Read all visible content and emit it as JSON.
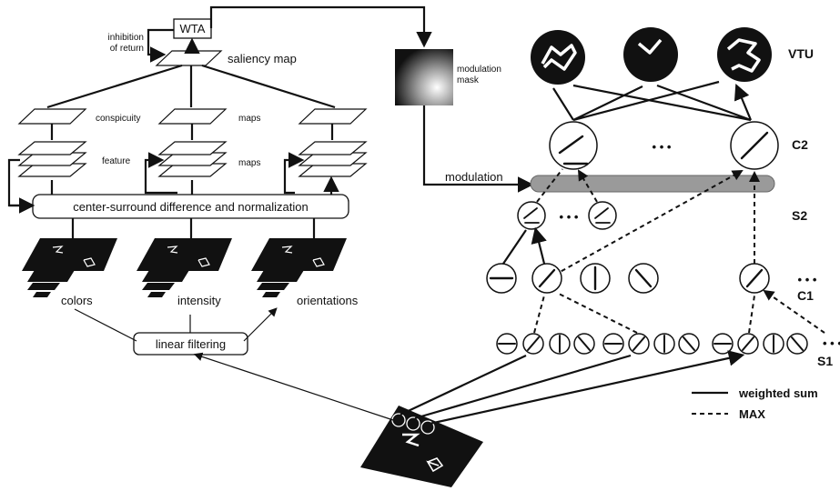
{
  "labels": {
    "wta": "WTA",
    "inhibition_line1": "inhibition",
    "inhibition_line2": "of return",
    "saliency_map": "saliency map",
    "conspicuity": "conspicuity",
    "maps_upper": "maps",
    "feature": "feature",
    "maps_lower": "maps",
    "center_surround": "center-surround difference and normalization",
    "colors": "colors",
    "intensity": "intensity",
    "orientations": "orientations",
    "linear_filtering": "linear filtering",
    "modulation_mask_line1": "modulation",
    "modulation_mask_line2": "mask",
    "modulation": "modulation",
    "vtu": "VTU",
    "c2": "C2",
    "s2": "S2",
    "c1": "C1",
    "s1": "S1",
    "ellipsis": "• • •",
    "ellipsis_small": "• • •",
    "legend_weighted_sum": "weighted sum",
    "legend_max": "MAX"
  },
  "colors": {
    "ink": "#111111",
    "modulation_band": "#9a9a9a",
    "background": "#ffffff"
  }
}
